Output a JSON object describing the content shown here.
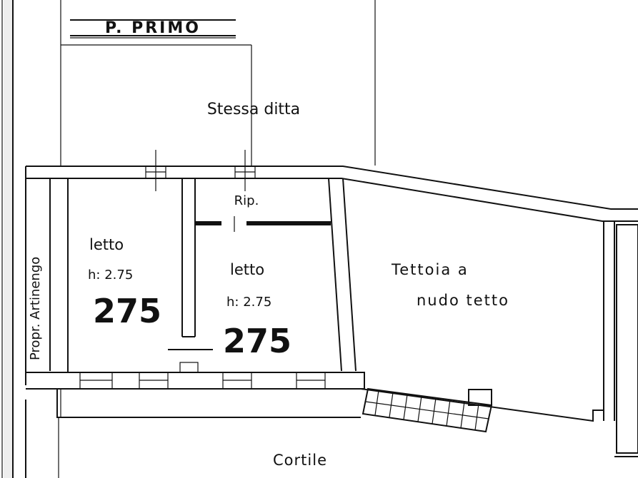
{
  "header": {
    "floor_title": "P. PRIMO"
  },
  "labels": {
    "neighbor_top": "Stessa ditta",
    "neighbor_left": "Propr. Artinengo",
    "storage": "Rip.",
    "room1_name": "letto",
    "room1_height": "h: 2.75",
    "room1_big": "275",
    "room2_name": "letto",
    "room2_height": "h: 2.75",
    "room2_big": "275",
    "shed_line1": "Tettoia a",
    "shed_line2": "nudo tetto",
    "courtyard": "Cortile"
  }
}
